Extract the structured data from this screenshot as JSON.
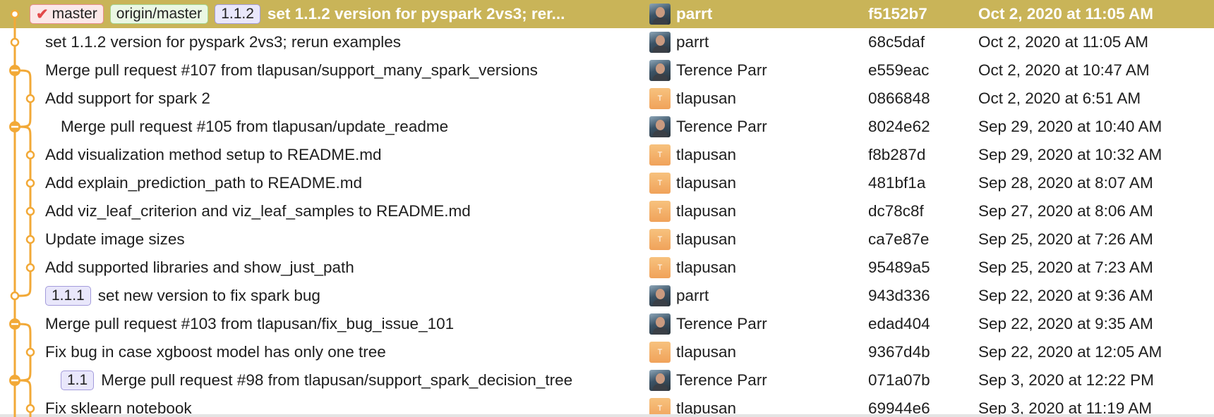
{
  "app": {
    "view": "commit-history",
    "accent": "#c9b458",
    "graph_color": "#f2a937"
  },
  "commits": [
    {
      "refs": [
        {
          "kind": "branch",
          "label": "master",
          "head": true
        },
        {
          "kind": "remote",
          "label": "origin/master"
        },
        {
          "kind": "tag",
          "label": "1.1.2"
        }
      ],
      "subject": "set 1.1.2 version for pyspark 2vs3; rer...",
      "author": "parrt",
      "avatar": "photo",
      "sha": "f5152b7",
      "date": "Oct 2, 2020 at 11:05 AM",
      "selected": true,
      "lane": 0,
      "merge": false
    },
    {
      "refs": [],
      "subject": "set 1.1.2 version for pyspark 2vs3; rerun examples",
      "author": "parrt",
      "avatar": "photo",
      "sha": "68c5daf",
      "date": "Oct 2, 2020 at 11:05 AM",
      "lane": 0,
      "merge": false
    },
    {
      "refs": [],
      "subject": "Merge pull request #107 from tlapusan/support_many_spark_versions",
      "author": "Terence Parr",
      "avatar": "photo",
      "sha": "e559eac",
      "date": "Oct 2, 2020 at 10:47 AM",
      "lane": 0,
      "merge": true
    },
    {
      "refs": [],
      "subject": "Add support for spark 2",
      "author": "tlapusan",
      "avatar": "T",
      "sha": "0866848",
      "date": "Oct 2, 2020 at 6:51 AM",
      "lane": 1,
      "merge": false
    },
    {
      "refs": [],
      "subject": "Merge pull request #105 from tlapusan/update_readme",
      "author": "Terence Parr",
      "avatar": "photo",
      "sha": "8024e62",
      "date": "Sep 29, 2020 at 10:40 AM",
      "lane": 0,
      "merge": true
    },
    {
      "refs": [],
      "subject": "Add visualization method setup to README.md",
      "author": "tlapusan",
      "avatar": "T",
      "sha": "f8b287d",
      "date": "Sep 29, 2020 at 10:32 AM",
      "lane": 1,
      "merge": false
    },
    {
      "refs": [],
      "subject": "Add explain_prediction_path to README.md",
      "author": "tlapusan",
      "avatar": "T",
      "sha": "481bf1a",
      "date": "Sep 28, 2020 at 8:07 AM",
      "lane": 1,
      "merge": false
    },
    {
      "refs": [],
      "subject": "Add viz_leaf_criterion and viz_leaf_samples to README.md",
      "author": "tlapusan",
      "avatar": "T",
      "sha": "dc78c8f",
      "date": "Sep 27, 2020 at 8:06 AM",
      "lane": 1,
      "merge": false
    },
    {
      "refs": [],
      "subject": "Update image sizes",
      "author": "tlapusan",
      "avatar": "T",
      "sha": "ca7e87e",
      "date": "Sep 25, 2020 at 7:26 AM",
      "lane": 1,
      "merge": false
    },
    {
      "refs": [],
      "subject": "Add supported libraries and show_just_path",
      "author": "tlapusan",
      "avatar": "T",
      "sha": "95489a5",
      "date": "Sep 25, 2020 at 7:23 AM",
      "lane": 1,
      "merge": false
    },
    {
      "refs": [
        {
          "kind": "tag",
          "label": "1.1.1"
        }
      ],
      "subject": "set new version to fix spark bug",
      "author": "parrt",
      "avatar": "photo",
      "sha": "943d336",
      "date": "Sep 22, 2020 at 9:36 AM",
      "lane": 0,
      "merge": false
    },
    {
      "refs": [],
      "subject": "Merge pull request #103 from tlapusan/fix_bug_issue_101",
      "author": "Terence Parr",
      "avatar": "photo",
      "sha": "edad404",
      "date": "Sep 22, 2020 at 9:35 AM",
      "lane": 0,
      "merge": true
    },
    {
      "refs": [],
      "subject": "Fix bug in case xgboost model has only one tree",
      "author": "tlapusan",
      "avatar": "T",
      "sha": "9367d4b",
      "date": "Sep 22, 2020 at 12:05 AM",
      "lane": 1,
      "merge": false
    },
    {
      "refs": [
        {
          "kind": "tag",
          "label": "1.1"
        }
      ],
      "subject": "Merge pull request #98 from tlapusan/support_spark_decision_tree",
      "author": "Terence Parr",
      "avatar": "photo",
      "sha": "071a07b",
      "date": "Sep 3, 2020 at 12:22 PM",
      "lane": 0,
      "merge": true
    },
    {
      "refs": [],
      "subject": "Fix sklearn notebook",
      "author": "tlapusan",
      "avatar": "T",
      "sha": "69944e6",
      "date": "Sep 3, 2020 at 11:19 AM",
      "lane": 1,
      "merge": false
    }
  ]
}
